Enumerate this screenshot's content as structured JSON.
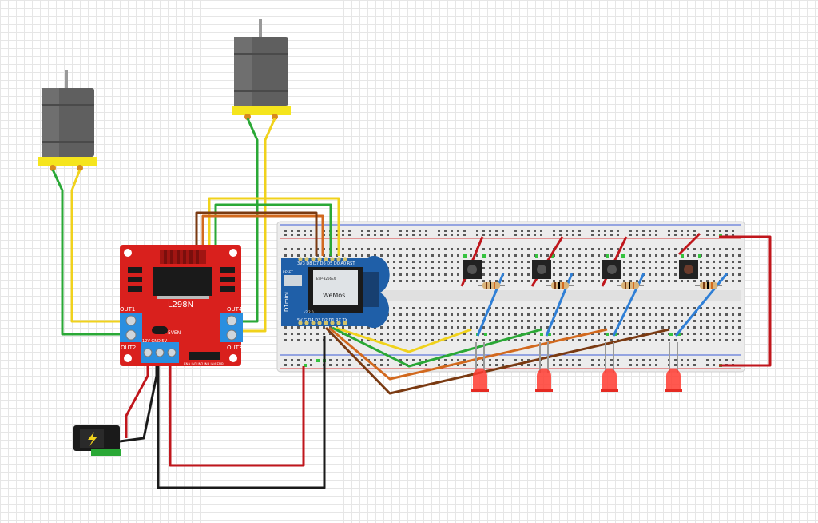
{
  "driver": {
    "title": "L298N",
    "out1": "OUT1",
    "out2": "OUT2",
    "out3": "OUT3",
    "out4": "OUT4",
    "power_labels": "12V GND 5V",
    "enable_label": "5VEN",
    "header_labels": "ENA IN1 IN2 IN3 IN4 ENB"
  },
  "controller": {
    "top_pins": "3V3 D8 D7 D6 D5 D0 A0 RST",
    "bottom_pins": "5V G D4 D3 D2 D1 RX TX",
    "side_label": "D1mini",
    "chip_model": "ESP-8266EX",
    "logo": "WeMos",
    "reset_label": "RESET",
    "board_version": "v2.2.0"
  },
  "colors": {
    "wire_red": "#c0161c",
    "wire_black": "#1a1a1a",
    "wire_green": "#2aa836",
    "wire_yellow": "#f0d21c",
    "wire_blue": "#2f7fd6",
    "wire_orange": "#d2691e",
    "wire_brown": "#7a3a12",
    "driver_board": "#d9201d",
    "controller_board": "#1f5fa8",
    "led_red": "#ff3b30",
    "breadboard": "#ececec"
  },
  "icons": {
    "power_jack": "lightning-bolt-icon"
  }
}
